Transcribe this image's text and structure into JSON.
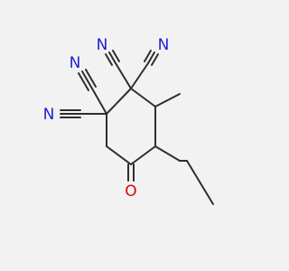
{
  "molecule": {
    "atoms": [
      {
        "id": "N1",
        "label": "N",
        "color": "#2020d8"
      },
      {
        "id": "N2",
        "label": "N",
        "color": "#2020d8"
      },
      {
        "id": "N3",
        "label": "N",
        "color": "#2020d8"
      },
      {
        "id": "N4",
        "label": "N",
        "color": "#2020d8"
      },
      {
        "id": "O1",
        "label": "O",
        "color": "#e00000"
      }
    ],
    "colors": {
      "background": "#f2f2f2",
      "bond": "#2e2e2e",
      "nitrogen": "#2020d8",
      "oxygen": "#e00000"
    }
  }
}
